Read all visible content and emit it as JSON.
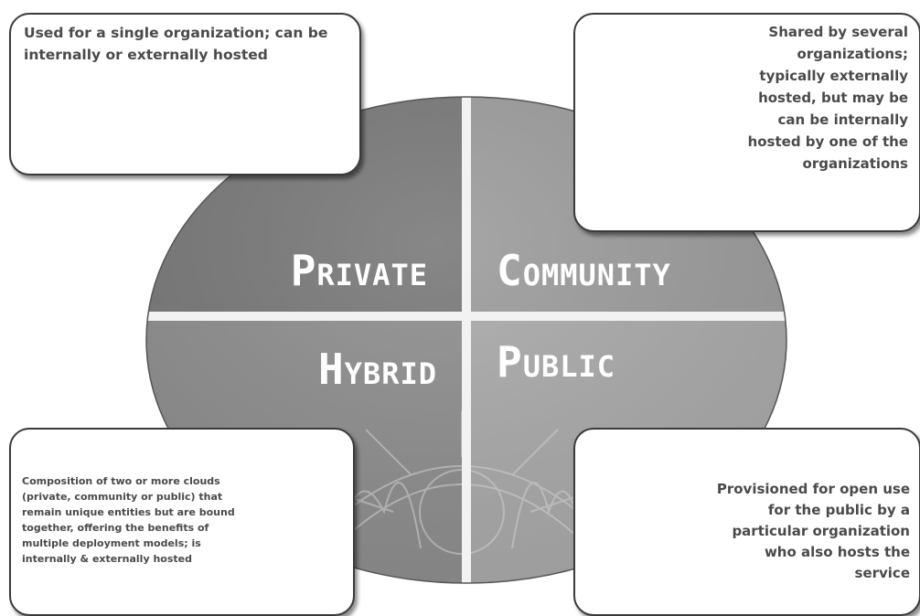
{
  "segments": {
    "private": {
      "label": "Private",
      "description": "Used for a single organization; can be internally or externally hosted",
      "color": "#777777"
    },
    "community": {
      "label": "Community",
      "description": "Shared by several organizations; typically externally hosted, but may be can be internally hosted by one of the organizations",
      "color": "#9b9b9b"
    },
    "hybrid": {
      "label": "Hybrid",
      "description": "Composition of two or more clouds (private, community or public) that remain unique entities but are bound together, offering the benefits of multiple deployment models; is internally & externally hosted",
      "color": "#8d8d8d"
    },
    "public": {
      "label": "Public",
      "description": "Provisioned for open use for the public by a particular organization who also hosts the service",
      "color": "#a9a9a9"
    }
  },
  "colors": {
    "box_border": "#3a3a3a",
    "box_text": "#4a4a4a",
    "divider": "#f2f2f2",
    "label_text": "#ffffff"
  }
}
